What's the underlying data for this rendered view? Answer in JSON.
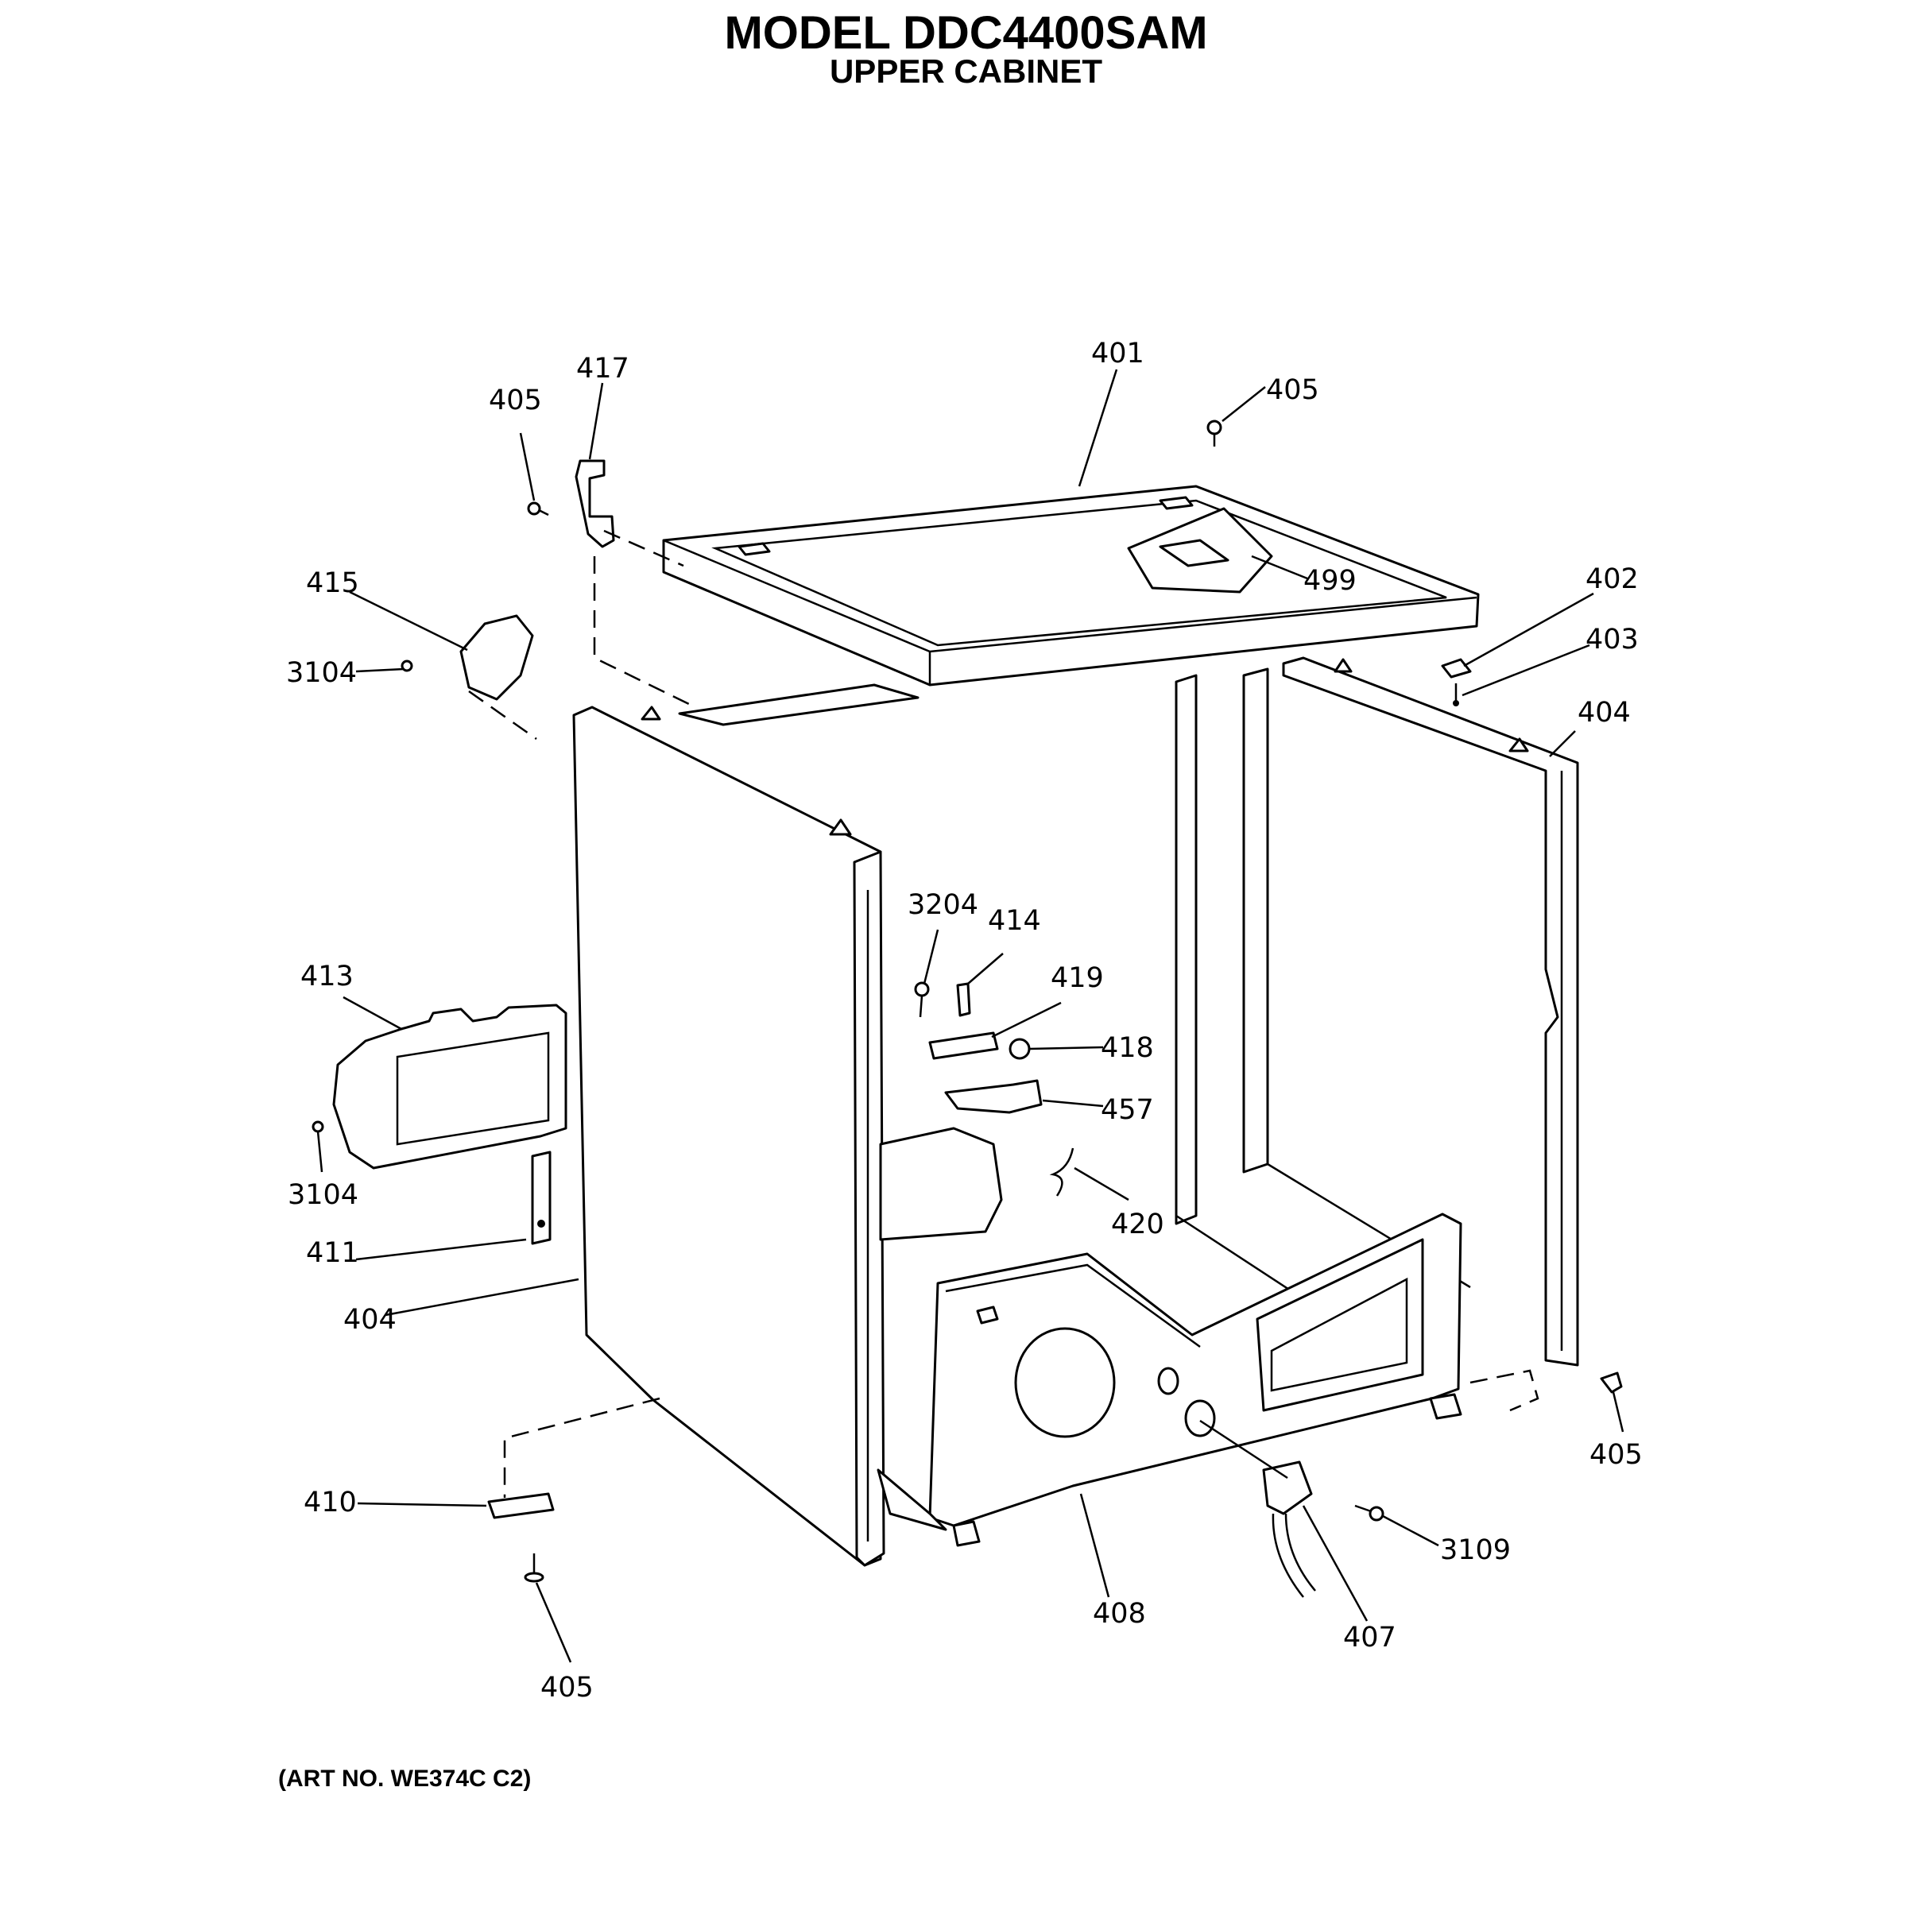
{
  "header": {
    "title": "MODEL DDC4400SAM",
    "subtitle": "UPPER CABINET"
  },
  "footer": {
    "art_number": "(ART NO. WE374C C2)"
  },
  "callouts": [
    {
      "id": "c1",
      "label": "417"
    },
    {
      "id": "c2",
      "label": "405"
    },
    {
      "id": "c3",
      "label": "401"
    },
    {
      "id": "c4",
      "label": "405"
    },
    {
      "id": "c5",
      "label": "499"
    },
    {
      "id": "c6",
      "label": "402"
    },
    {
      "id": "c7",
      "label": "403"
    },
    {
      "id": "c8",
      "label": "404"
    },
    {
      "id": "c9",
      "label": "415"
    },
    {
      "id": "c10",
      "label": "3104"
    },
    {
      "id": "c11",
      "label": "3204"
    },
    {
      "id": "c12",
      "label": "414"
    },
    {
      "id": "c13",
      "label": "419"
    },
    {
      "id": "c14",
      "label": "418"
    },
    {
      "id": "c15",
      "label": "457"
    },
    {
      "id": "c16",
      "label": "413"
    },
    {
      "id": "c17",
      "label": "3104"
    },
    {
      "id": "c18",
      "label": "420"
    },
    {
      "id": "c19",
      "label": "411"
    },
    {
      "id": "c20",
      "label": "404"
    },
    {
      "id": "c21",
      "label": "405"
    },
    {
      "id": "c22",
      "label": "410"
    },
    {
      "id": "c23",
      "label": "3109"
    },
    {
      "id": "c24",
      "label": "408"
    },
    {
      "id": "c25",
      "label": "407"
    },
    {
      "id": "c26",
      "label": "405"
    }
  ]
}
